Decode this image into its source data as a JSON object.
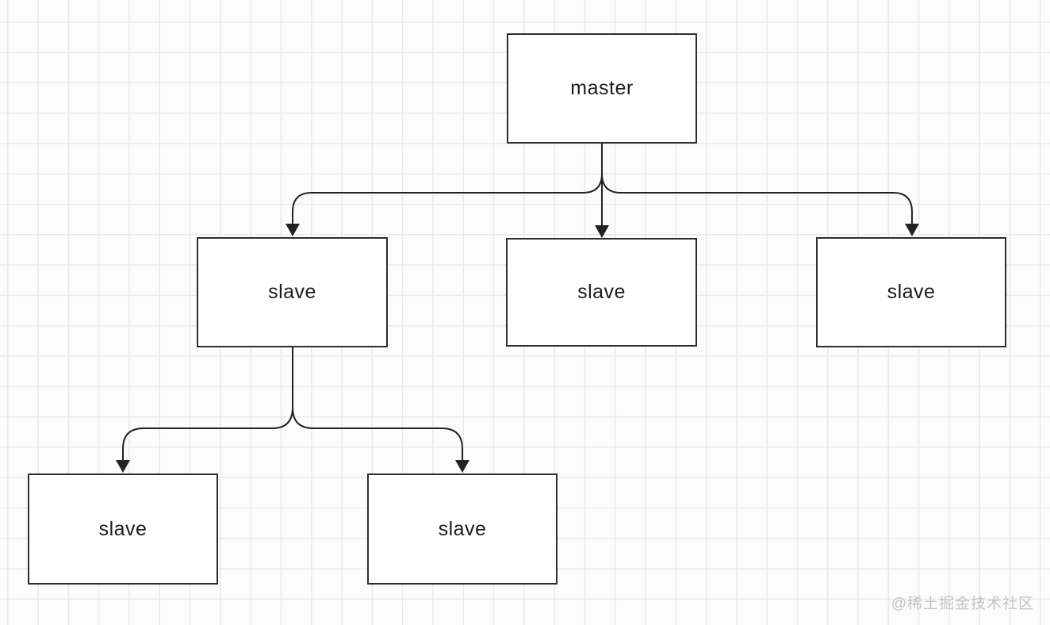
{
  "diagram": {
    "type": "tree",
    "nodes": [
      {
        "id": "master",
        "label": "master"
      },
      {
        "id": "slave-1",
        "label": "slave"
      },
      {
        "id": "slave-2",
        "label": "slave"
      },
      {
        "id": "slave-3",
        "label": "slave"
      },
      {
        "id": "slave-4",
        "label": "slave"
      },
      {
        "id": "slave-5",
        "label": "slave"
      }
    ],
    "edges": [
      {
        "from": "master",
        "to": "slave-1",
        "arrow": "down"
      },
      {
        "from": "master",
        "to": "slave-2",
        "arrow": "down"
      },
      {
        "from": "master",
        "to": "slave-3",
        "arrow": "down"
      },
      {
        "from": "slave-1",
        "to": "slave-4",
        "arrow": "down"
      },
      {
        "from": "slave-1",
        "to": "slave-5",
        "arrow": "down"
      }
    ],
    "colors": {
      "node_border": "#2d2d2d",
      "node_fill": "#ffffff",
      "edge_stroke": "#222222",
      "grid_line": "#e9e9e9",
      "canvas_bg": "#fcfcfc",
      "text": "#1c1c1c"
    }
  },
  "watermark": {
    "text": "@稀土掘金技术社区",
    "color": "#c3c3c3"
  }
}
